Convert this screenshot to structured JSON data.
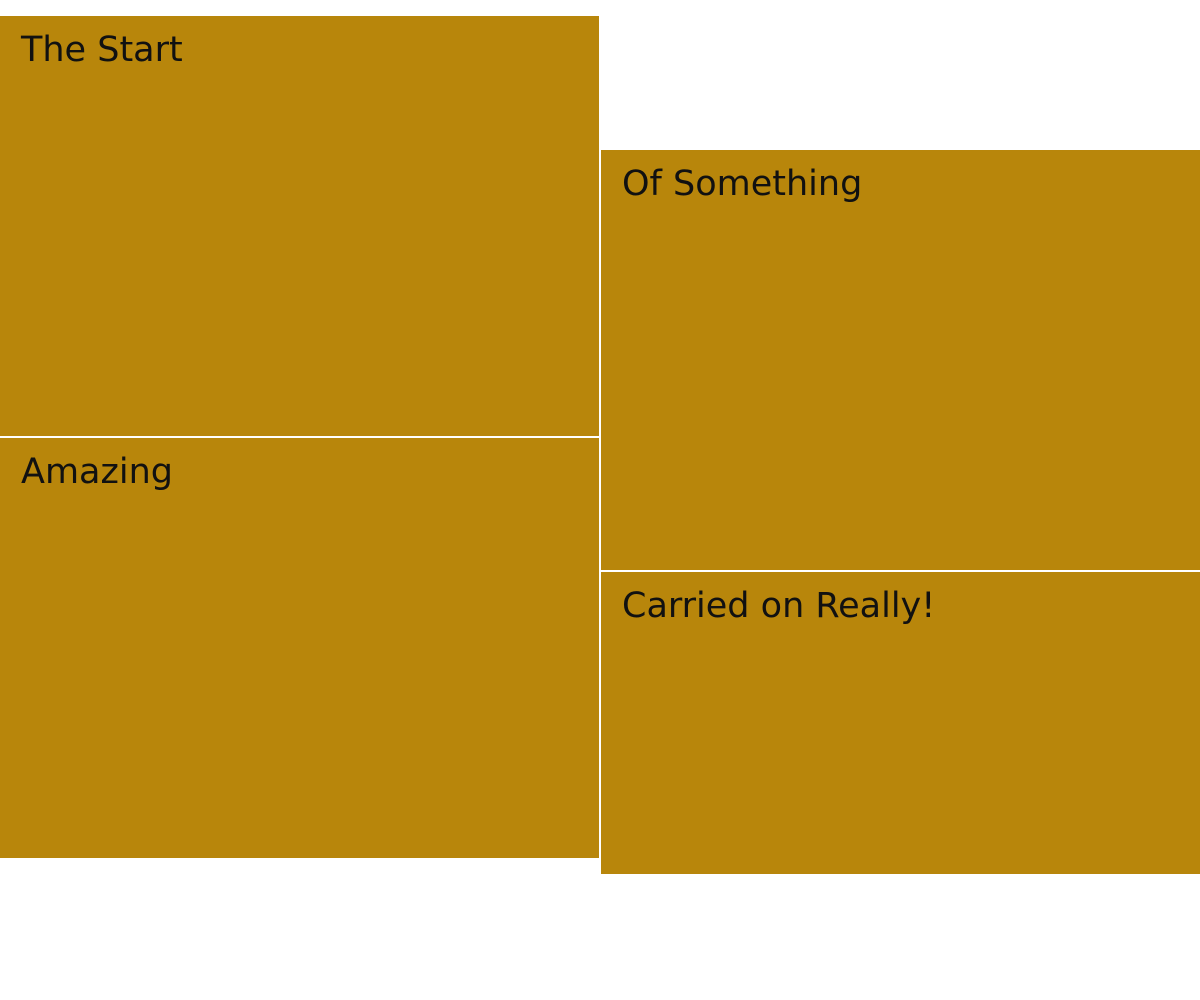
{
  "tiles": [
    {
      "label": "The Start"
    },
    {
      "label": "Amazing"
    },
    {
      "label": "Of Something"
    },
    {
      "label": "Carried on Really!"
    }
  ],
  "colors": {
    "tile_background": "#B8860B",
    "text": "#111111",
    "page_background": "#FFFFFF"
  }
}
